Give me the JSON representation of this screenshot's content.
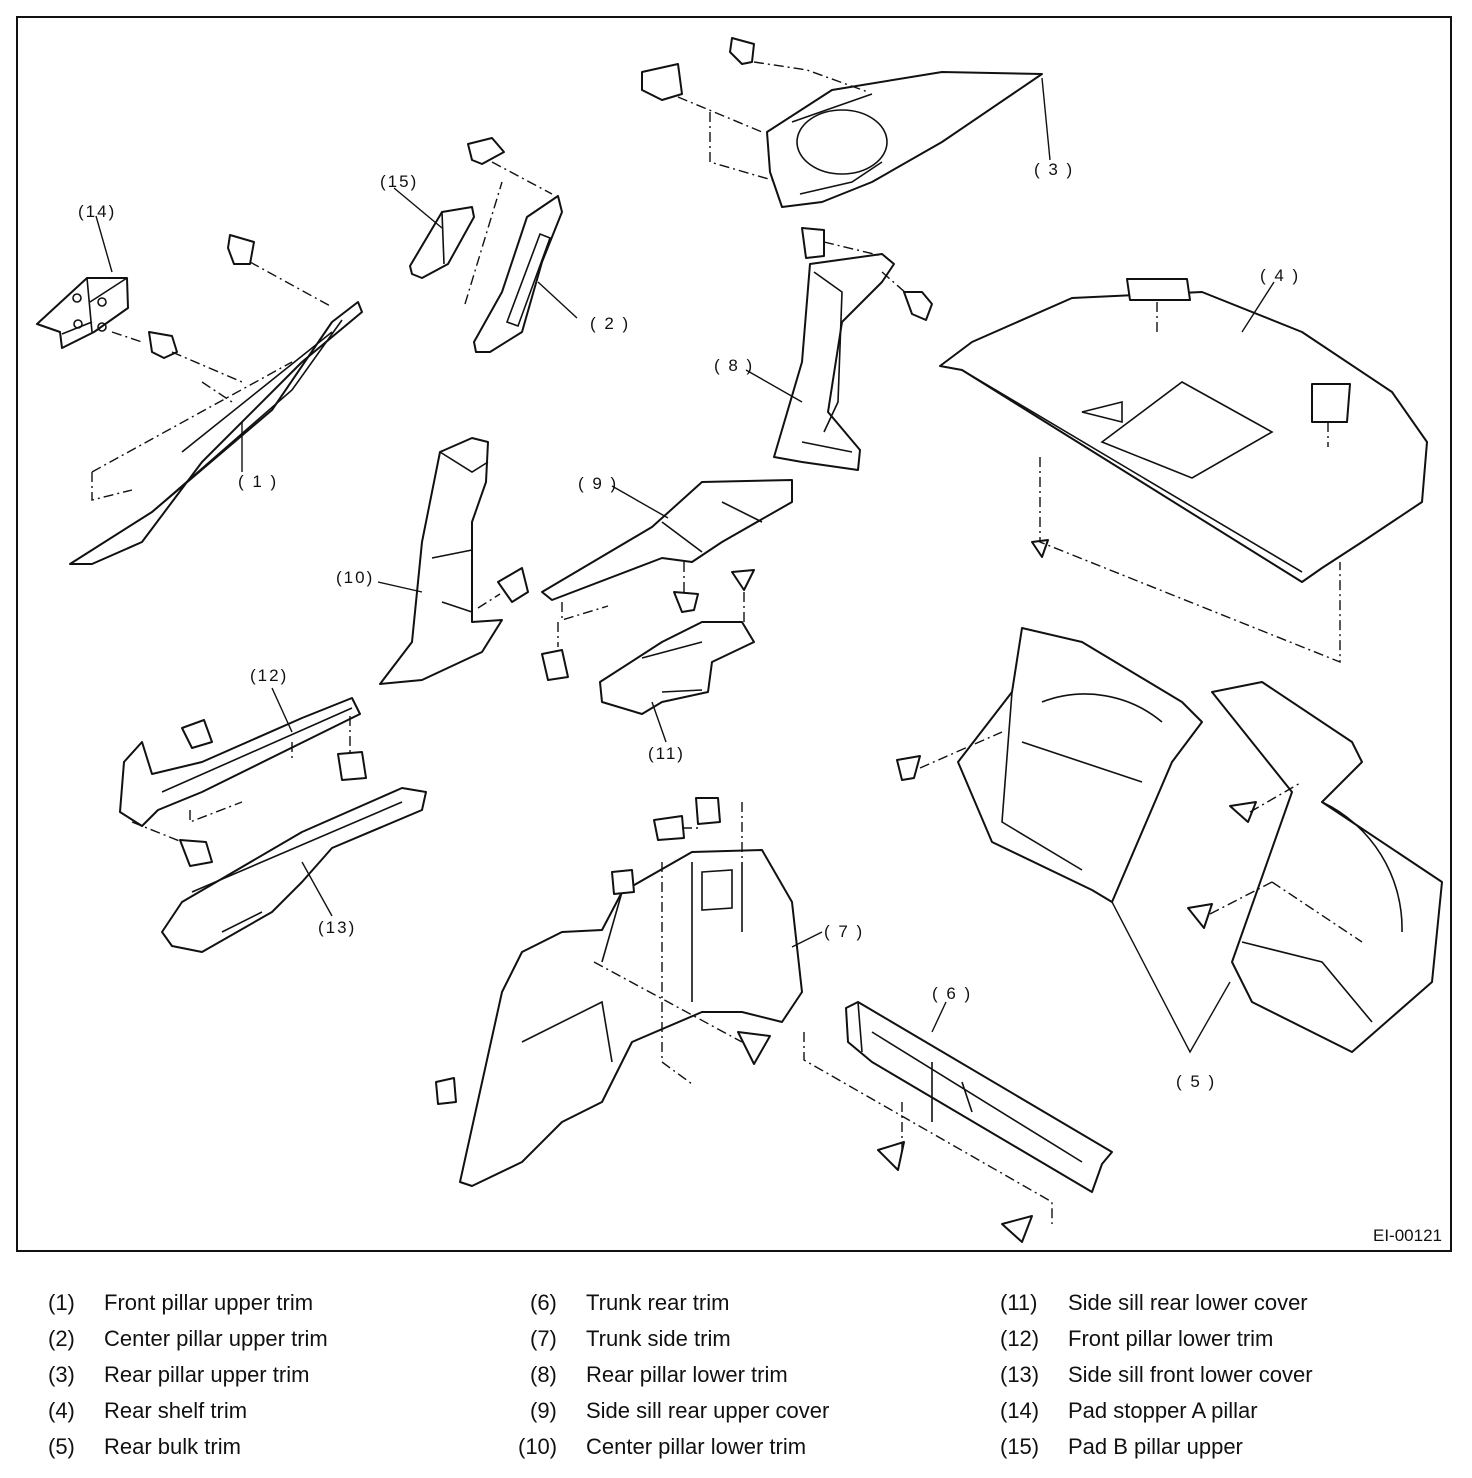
{
  "figure_id": "EI-00121",
  "callouts": [
    "( 1 )",
    "( 2 )",
    "( 3 )",
    "( 4 )",
    "( 5 )",
    "( 6 )",
    "( 7 )",
    "( 8 )",
    "( 9 )",
    "(10)",
    "(11)",
    "(12)",
    "(13)",
    "(14)",
    "(15)"
  ],
  "legend": [
    {
      "num": "(1)",
      "label": "Front pillar upper trim"
    },
    {
      "num": "(2)",
      "label": "Center pillar upper trim"
    },
    {
      "num": "(3)",
      "label": "Rear pillar upper trim"
    },
    {
      "num": "(4)",
      "label": "Rear shelf trim"
    },
    {
      "num": "(5)",
      "label": "Rear bulk trim"
    },
    {
      "num": "(6)",
      "label": "Trunk rear trim"
    },
    {
      "num": "(7)",
      "label": "Trunk side trim"
    },
    {
      "num": "(8)",
      "label": "Rear pillar lower trim"
    },
    {
      "num": "(9)",
      "label": "Side sill rear upper cover"
    },
    {
      "num": "(10)",
      "label": "Center pillar lower trim"
    },
    {
      "num": "(11)",
      "label": "Side sill rear lower cover"
    },
    {
      "num": "(12)",
      "label": "Front pillar lower trim"
    },
    {
      "num": "(13)",
      "label": "Side sill front lower cover"
    },
    {
      "num": "(14)",
      "label": "Pad stopper A pillar"
    },
    {
      "num": "(15)",
      "label": "Pad B pillar upper"
    }
  ]
}
